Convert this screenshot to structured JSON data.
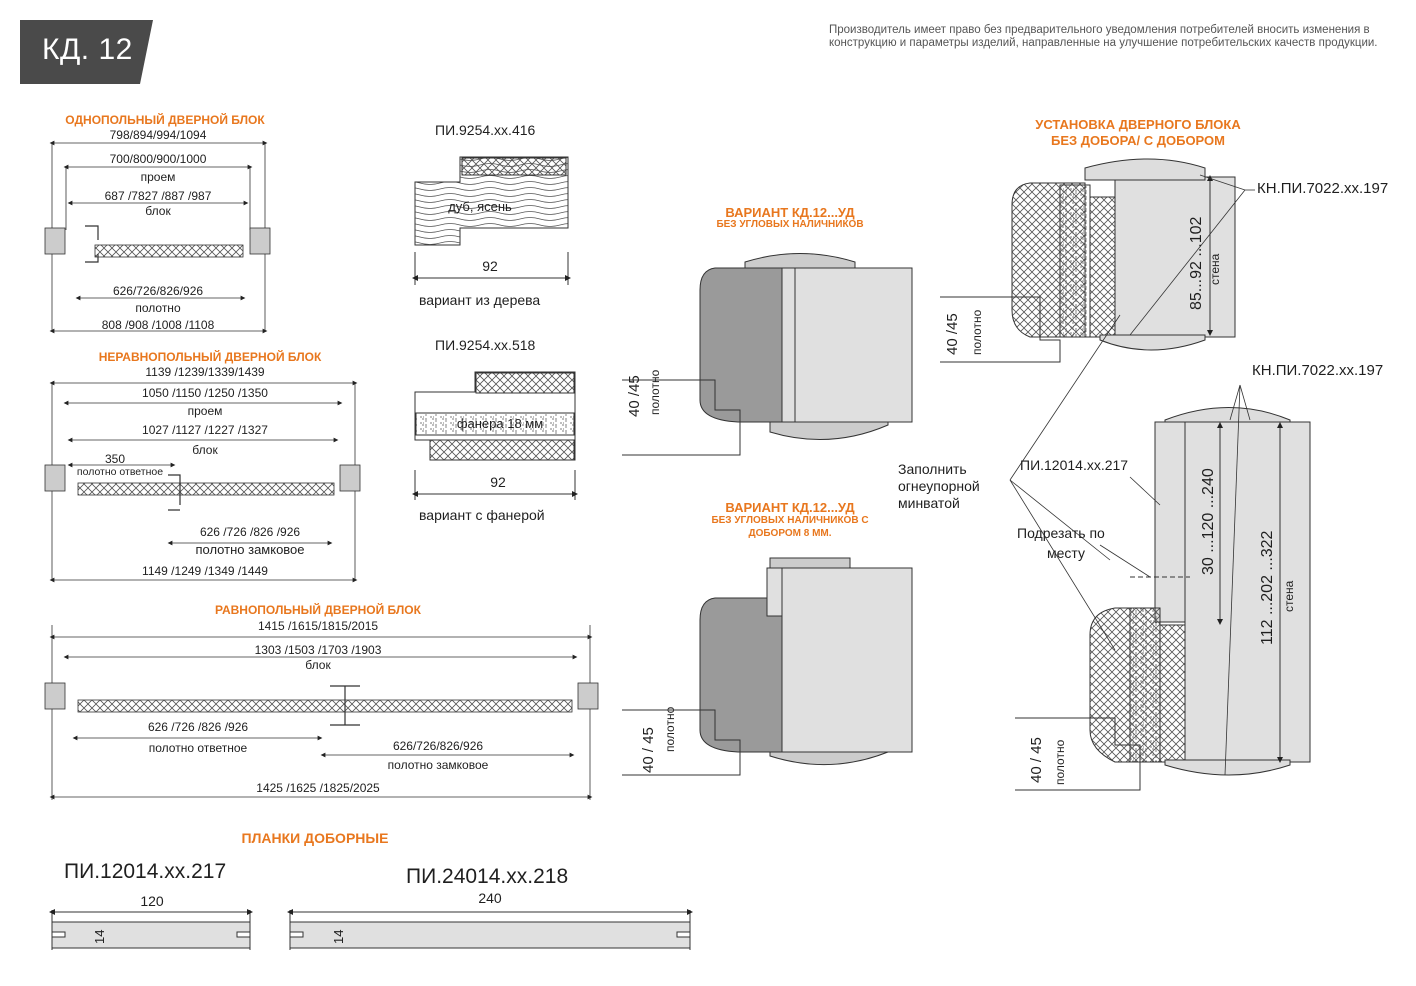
{
  "header": {
    "badge": "КД. 12",
    "disclaimer": "Производитель имеет право без предварительного уведомления потребителей вносить изменения в конструкцию и параметры изделий, направленные на улучшение потребительских качеств продукции.",
    "badge_color": "#4a4a4a",
    "accent_color": "#e8771e"
  },
  "single_block": {
    "title": "ОДНОПОЛЬНЫЙ ДВЕРНОЙ БЛОК",
    "dim_overall": "798/894/994/1094",
    "dim_opening": "700/800/900/1000",
    "label_opening": "проем",
    "dim_block": "687 /7827 /887 /987",
    "label_block": "блок",
    "dim_leaf": "626/726/826/926",
    "label_leaf": "полотно",
    "dim_bottom": "808 /908 /1008 /1108"
  },
  "unequal_block": {
    "title": "НЕРАВНОПОЛЬНЫЙ ДВЕРНОЙ БЛОК",
    "dim_overall": "1139 /1239/1339/1439",
    "dim_opening": "1050 /1150 /1250 /1350",
    "label_opening": "проем",
    "dim_block": "1027 /1127 /1227 /1327",
    "label_block": "блок",
    "dim_small": "350",
    "label_small": "полотно ответное",
    "dim_leaf": "626 /726 /826 /926",
    "label_leaf": "полотно замковое",
    "dim_bottom": "1149 /1249 /1349 /1449"
  },
  "equal_block": {
    "title": "РАВНОПОЛЬНЫЙ ДВЕРНОЙ БЛОК",
    "dim_overall": "1415 /1615/1815/2015",
    "dim_block": "1303 /1503 /1703 /1903",
    "label_block": "блок",
    "dim_left": "626 /726 /826 /926",
    "label_left": "полотно ответное",
    "dim_right": "626/726/826/926",
    "label_right": "полотно замковое",
    "dim_bottom": "1425 /1625 /1825/2025"
  },
  "profiles": {
    "wood_code": "ПИ.9254.xx.416",
    "wood_material": "дуб, ясень",
    "wood_width": "92",
    "wood_caption": "вариант из дерева",
    "plywood_code": "ПИ.9254.xx.518",
    "plywood_material": "фанера 18 мм",
    "plywood_width": "92",
    "plywood_caption": "вариант с фанерой"
  },
  "variants": {
    "v1_title": "ВАРИАНТ КД.12...УД",
    "v1_subtitle": "БЕЗ УГЛОВЫХ НАЛИЧНИКОВ",
    "v2_title": "ВАРИАНТ КД.12...УД",
    "v2_subtitle1": "БЕЗ УГЛОВЫХ НАЛИЧНИКОВ С",
    "v2_subtitle2": "ДОБОРОМ 8 ММ.",
    "leaf_thickness": "40 /45",
    "leaf_thickness_2": "40 / 45",
    "leaf_label": "полотно"
  },
  "installation": {
    "title1": "УСТАНОВКА ДВЕРНОГО БЛОКА",
    "title2": "БЕЗ ДОБОРА/ С ДОБОРОМ",
    "part_code_1": "КН.ПИ.7022.xx.197",
    "part_code_2": "КН.ПИ.7022.xx.197",
    "wall_dim_1": "85...92 ...102",
    "wall_label": "стена",
    "fill_line1": "Заполнить",
    "fill_line2": "огнеупорной",
    "fill_line3": "минватой",
    "extension_code": "ПИ.12014.xx.217",
    "cut_line1": "Подрезать по",
    "cut_line2": "месту",
    "ext_dim": "30 ...120 ...240",
    "wall_dim_2": "112 ...202 ...322",
    "leaf_thickness": "40 /45",
    "leaf_thickness_2": "40 / 45",
    "leaf_label": "полотно"
  },
  "extensions": {
    "title": "ПЛАНКИ ДОБОРНЫЕ",
    "code_1": "ПИ.12014.xx.217",
    "width_1": "120",
    "thickness_1": "14",
    "code_2": "ПИ.24014.xx.218",
    "width_2": "240",
    "thickness_2": "14"
  }
}
